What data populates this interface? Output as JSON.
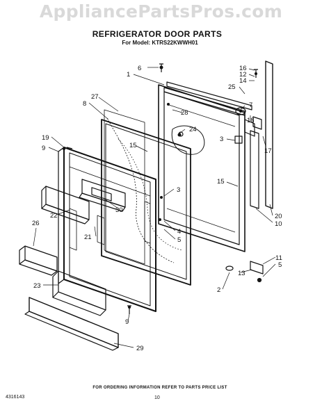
{
  "watermark": "AppliancePartsPros.com",
  "title": "REFRIGERATOR DOOR PARTS",
  "subtitle": "For Model: KTRS22KWWH01",
  "order_note": "FOR ORDERING INFORMATION REFER TO PARTS PRICE LIST",
  "doc_number": "4316143",
  "page_number": "10",
  "callouts": [
    "6",
    "1",
    "27",
    "8",
    "28",
    "24",
    "16",
    "12",
    "14",
    "25",
    "7",
    "18",
    "3",
    "17",
    "19",
    "9",
    "15",
    "3",
    "15",
    "22",
    "30",
    "26",
    "4",
    "5",
    "21",
    "20",
    "10",
    "11",
    "5",
    "13",
    "2",
    "23",
    "9",
    "29"
  ]
}
